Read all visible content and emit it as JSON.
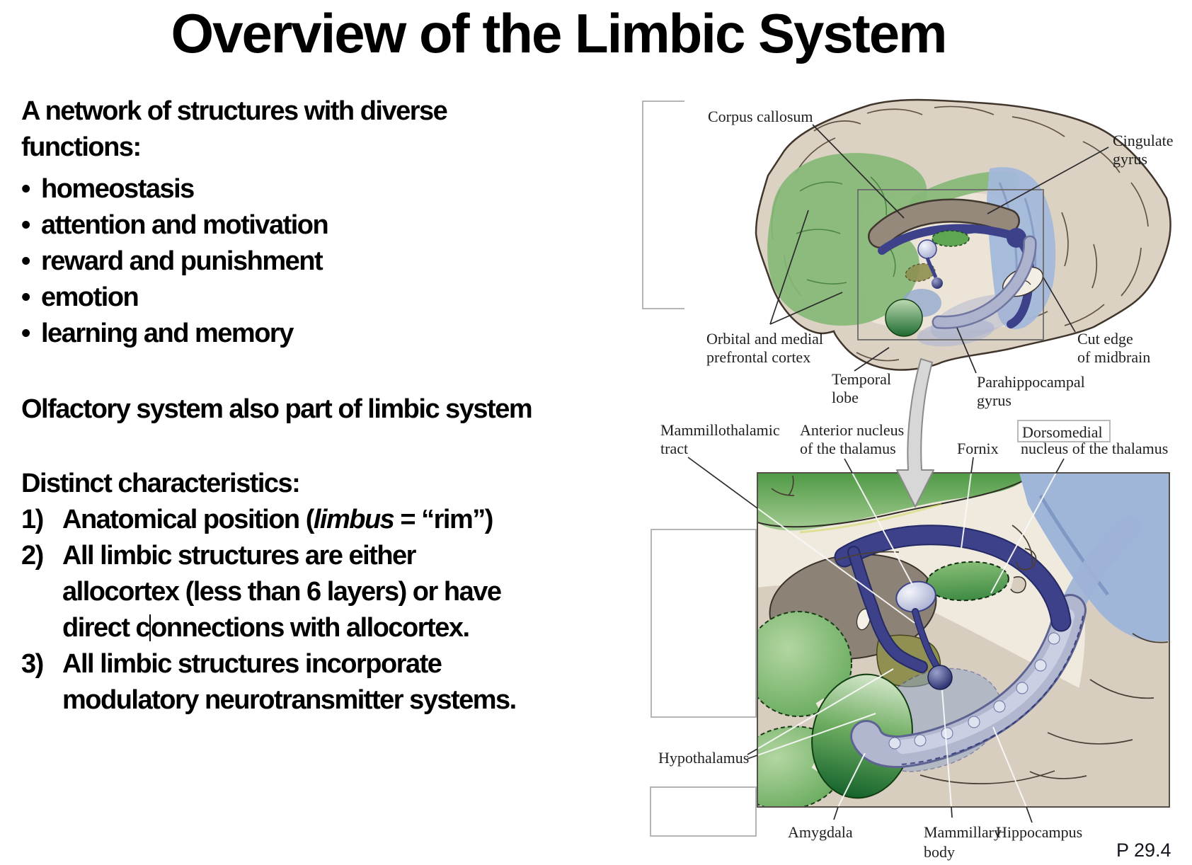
{
  "slide": {
    "title": "Overview of the Limbic System",
    "page_ref": "P 29.4"
  },
  "body": {
    "intro_line1": "A network of structures with diverse",
    "intro_line2": "functions:",
    "bullet": "•",
    "functions": [
      "homeostasis",
      "attention and motivation",
      "reward and punishment",
      "emotion",
      "learning and memory"
    ],
    "olfactory_note": "Olfactory system also part of limbic system",
    "characteristics_heading": "Distinct characteristics:",
    "item1_num": "1)",
    "item1_pre": "Anatomical position (",
    "item1_italic": "limbus",
    "item1_post": " = “rim”)",
    "item2_num": "2)",
    "item2_line1": "All limbic structures are either",
    "item2_line2": "allocortex (less than 6 layers) or have",
    "item2_line3_before_caret": "direct c",
    "item2_line3_after_caret": "onnections with allocortex.",
    "item3_num": "3)",
    "item3_line1": "All limbic structures incorporate",
    "item3_line2": "modulatory neurotransmitter systems."
  },
  "top_diagram": {
    "labels": {
      "corpus_callosum": "Corpus callosum",
      "cingulate_line1": "Cingulate",
      "cingulate_line2": "gyrus",
      "orbital_line1": "Orbital and medial",
      "orbital_line2": "prefrontal cortex",
      "temporal_line1": "Temporal",
      "temporal_line2": "lobe",
      "parahippocampal_line1": "Parahippocampal",
      "parahippocampal_line2": "gyrus",
      "cut_edge_line1": "Cut edge",
      "cut_edge_line2": "of midbrain"
    }
  },
  "bottom_diagram": {
    "labels": {
      "mammillothalamic_line1": "Mammillothalamic",
      "mammillothalamic_line2": "tract",
      "anterior_line1": "Anterior nucleus",
      "anterior_line2": "of the thalamus",
      "fornix": "Fornix",
      "dorsomedial_line1": "Dorsomedial",
      "dorsomedial_line2": "nucleus of the thalamus",
      "hypothalamus": "Hypothalamus",
      "amygdala": "Amygdala",
      "mammillary_line1": "Mammillary",
      "mammillary_line2": "body",
      "hippocampus": "Hippocampus"
    }
  },
  "colors": {
    "limbic_green": "#7fb36f",
    "limbic_blue": "#a3b8da",
    "fornix_navy": "#3c4189",
    "cortex_beige": "#dcd2c3",
    "callosum_gray": "#94897b",
    "hippocampus_lavender": "#b2b7d0",
    "placeholder_box_border": "#b5b5b5"
  }
}
